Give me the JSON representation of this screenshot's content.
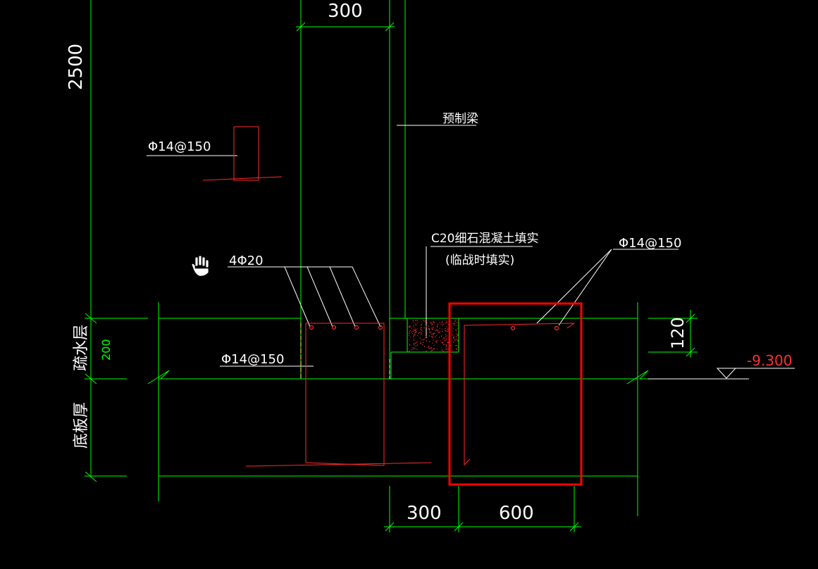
{
  "colors": {
    "background": "#000000",
    "dimension_line": "#00ff00",
    "text": "#ffffff",
    "rebar": "#ff2a2a",
    "highlight_box": "#ff0000",
    "elevation_text": "#ff3030",
    "fill_hatch": "#ff4040",
    "layer_label": "#00ff00"
  },
  "dimensions": {
    "column_height": "2500",
    "column_width": "300",
    "bottom_left_width": "300",
    "bottom_right_width": "600",
    "right_depth": "120"
  },
  "labels": {
    "precast_beam": "预制梁",
    "rebar_top_left": "Φ14@150",
    "rebar_4phi20": "4Φ20",
    "rebar_mid_left": "Φ14@150",
    "rebar_right": "Φ14@150",
    "fill_line1": "C20细石混凝土填实",
    "fill_line2": "(临战时填实)",
    "drain_layer": "疏水层",
    "drain_layer_thickness": "200",
    "slab_thickness": "底板厚",
    "elevation": "-9.300"
  },
  "icons": {
    "cursor": "hand-cursor-icon",
    "elevation_marker": "elevation-triangle-icon",
    "break_symbol": "break-line-icon"
  }
}
